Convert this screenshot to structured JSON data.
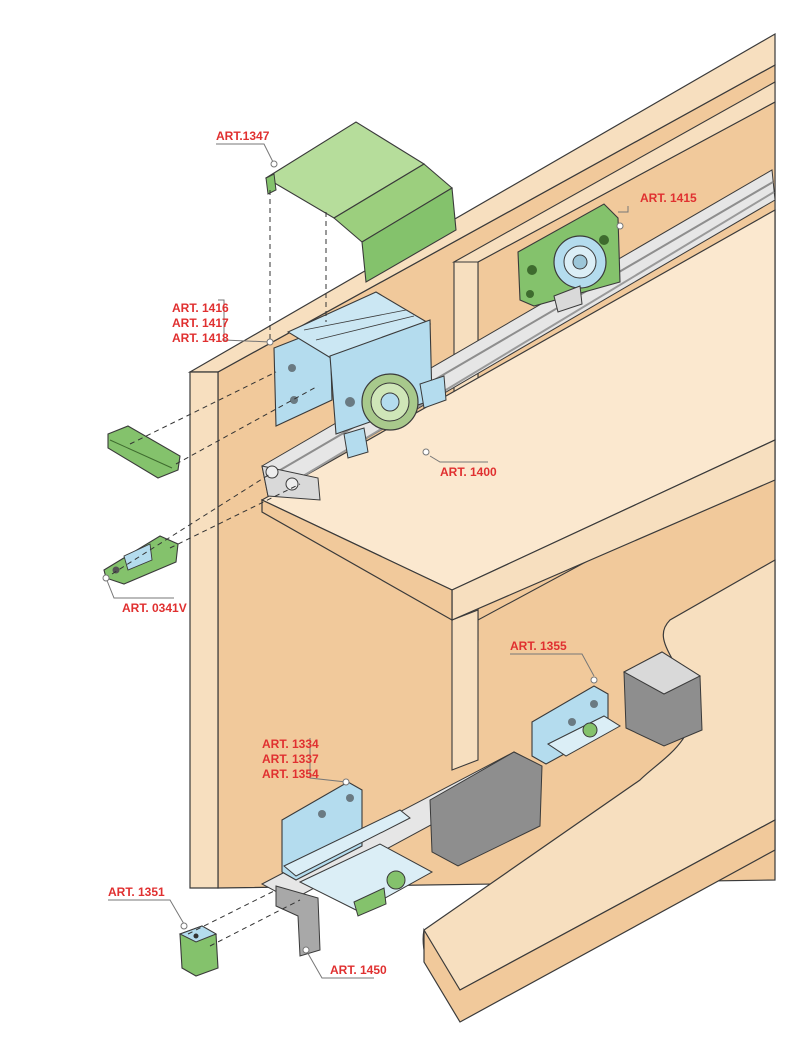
{
  "colors": {
    "wood_front": "#f1c99b",
    "wood_edge": "#f7dfbf",
    "wood_top": "#fbe8cf",
    "outline": "#3a3a3a",
    "aluminium": "#d9d9d9",
    "aluminium_dark": "#8e8e8e",
    "steel_blue": "#b4dcee",
    "plastic_green": "#84c26c",
    "label_red": "#e03030",
    "leader_gray": "#777777"
  },
  "labels": {
    "art1347": "ART.1347",
    "art1416": "ART. 1416",
    "art1417": "ART. 1417",
    "art1418": "ART. 1418",
    "art1415": "ART. 1415",
    "art1400": "ART. 1400",
    "art0341v": "ART. 0341V",
    "art1355": "ART. 1355",
    "art1334": "ART. 1334",
    "art1337": "ART. 1337",
    "art1354": "ART. 1354",
    "art1351": "ART. 1351",
    "art1450": "ART. 1450"
  }
}
